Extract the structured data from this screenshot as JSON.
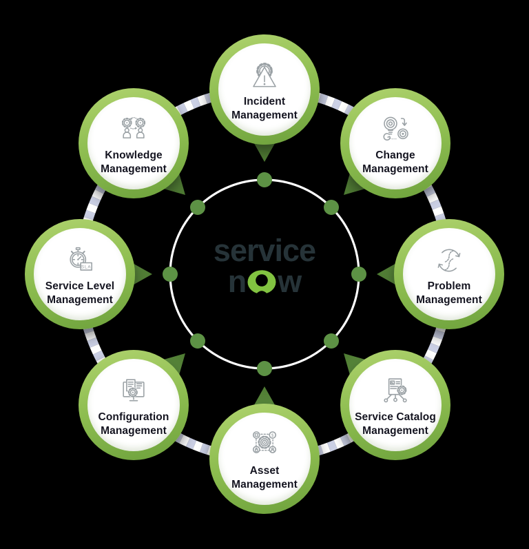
{
  "center_logo": {
    "line1": "service",
    "line2_prefix": "n",
    "line2_suffix": "w",
    "o_mark_icon": "servicenow-o-icon"
  },
  "nodes": [
    {
      "id": "incident-management",
      "line1": "Incident",
      "line2": "Management",
      "icon": "alert-gear-icon"
    },
    {
      "id": "change-management",
      "line1": "Change",
      "line2": "Management",
      "icon": "bulb-transform-icon"
    },
    {
      "id": "problem-management",
      "line1": "Problem",
      "line2": "Management",
      "icon": "cycle-arrows-gear-icon"
    },
    {
      "id": "service-catalog-management",
      "line1": "Service Catalog",
      "line2": "Management",
      "icon": "catalog-board-network-icon"
    },
    {
      "id": "asset-management",
      "line1": "Asset",
      "line2": "Management",
      "icon": "asset-hub-icon"
    },
    {
      "id": "configuration-management",
      "line1": "Configuration",
      "line2": "Management",
      "icon": "monitor-gear-doc-icon"
    },
    {
      "id": "service-level-management",
      "line1": "Service Level",
      "line2": "Management",
      "icon": "sla-stopwatch-icon"
    },
    {
      "id": "knowledge-management",
      "line1": "Knowledge",
      "line2": "Management",
      "icon": "people-gears-exchange-icon"
    }
  ],
  "icon_texts": {
    "sla": "SLA",
    "dollar": "$"
  },
  "colors": {
    "background": "#000000",
    "ring_light_green": "#abd06a",
    "ring_dark_green": "#6da13c",
    "pointer_green_light": "#79ad53",
    "pointer_green_dark": "#4d7a32",
    "connector_lavender": "#ccd1e6",
    "connector_white": "#ffffff",
    "dot_green": "#5d9245",
    "inner_circle_white": "#ffffff",
    "logo_o_green": "#82c341",
    "logo_text": "#263338",
    "label_text": "#141420",
    "icon_gray": "#9aa1a5"
  }
}
